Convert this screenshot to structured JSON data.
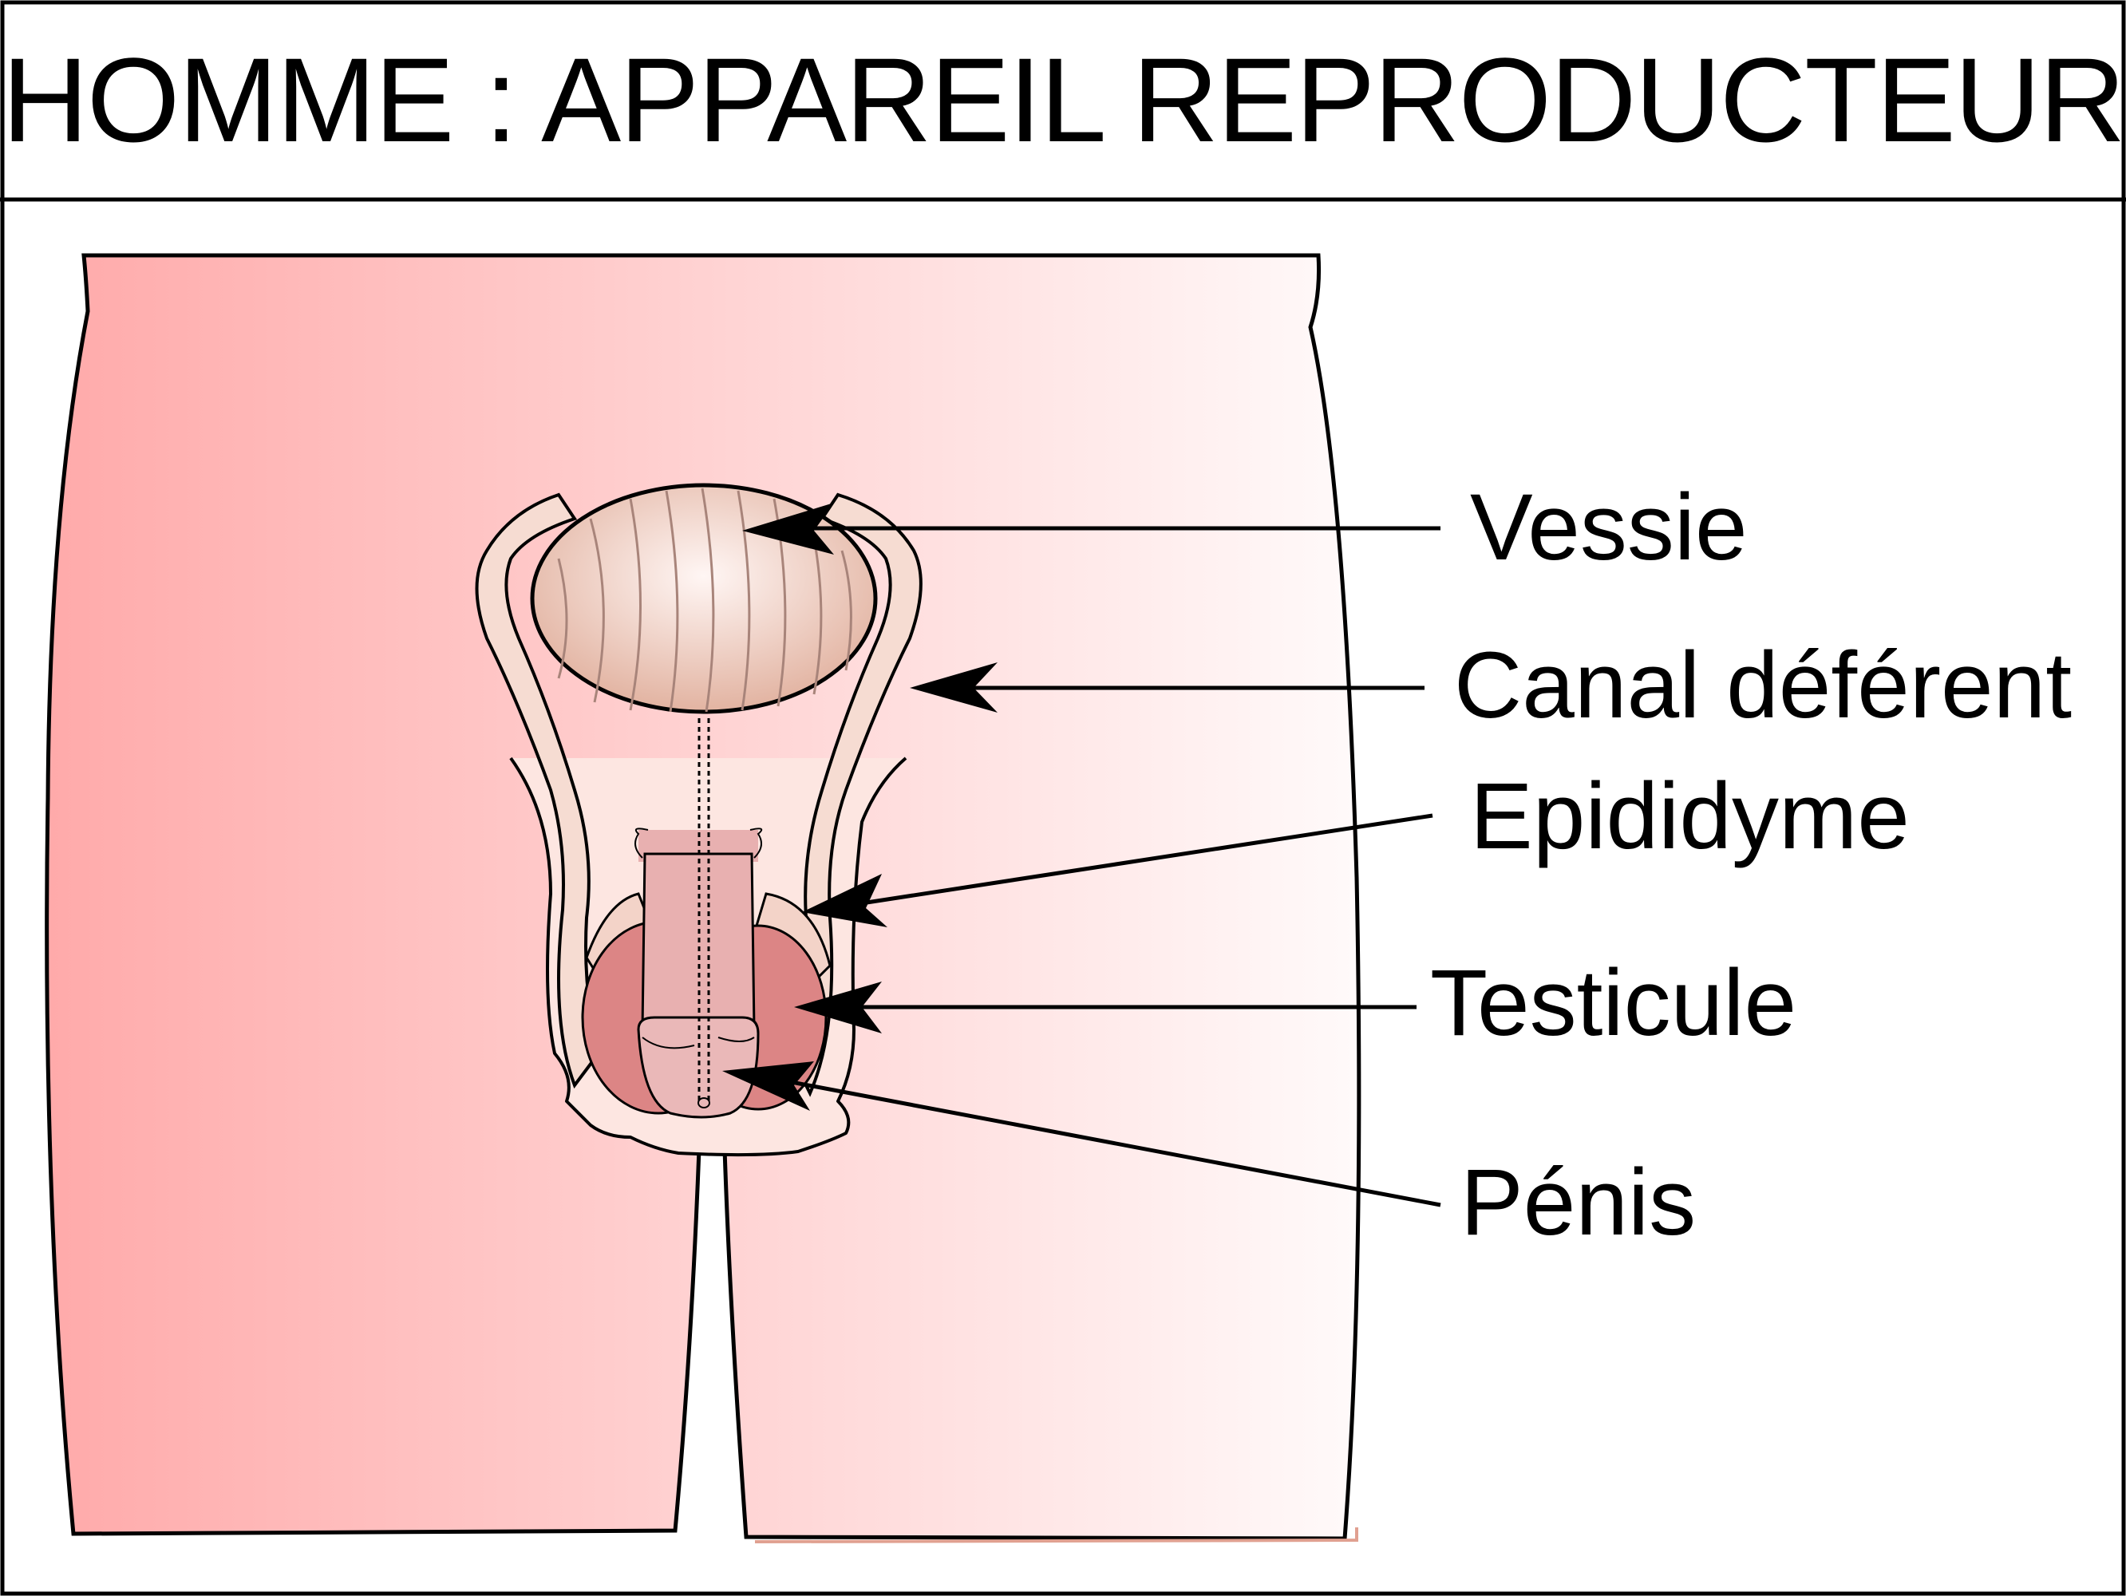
{
  "title": "HOMME : APPAREIL REPRODUCTEUR",
  "labels": {
    "vessie": "Vessie",
    "canal": "Canal déférent",
    "epididyme": "Epididyme",
    "testicule": "Testicule",
    "penis": "Pénis"
  },
  "colors": {
    "skin_left": "#ffaaaa",
    "skin_right": "#fffafa",
    "bladder": "#e9bfb0",
    "duct": "#f6dcd2",
    "testis": "#dc8585",
    "penis": "#e8b0b0",
    "outline": "#000000"
  }
}
